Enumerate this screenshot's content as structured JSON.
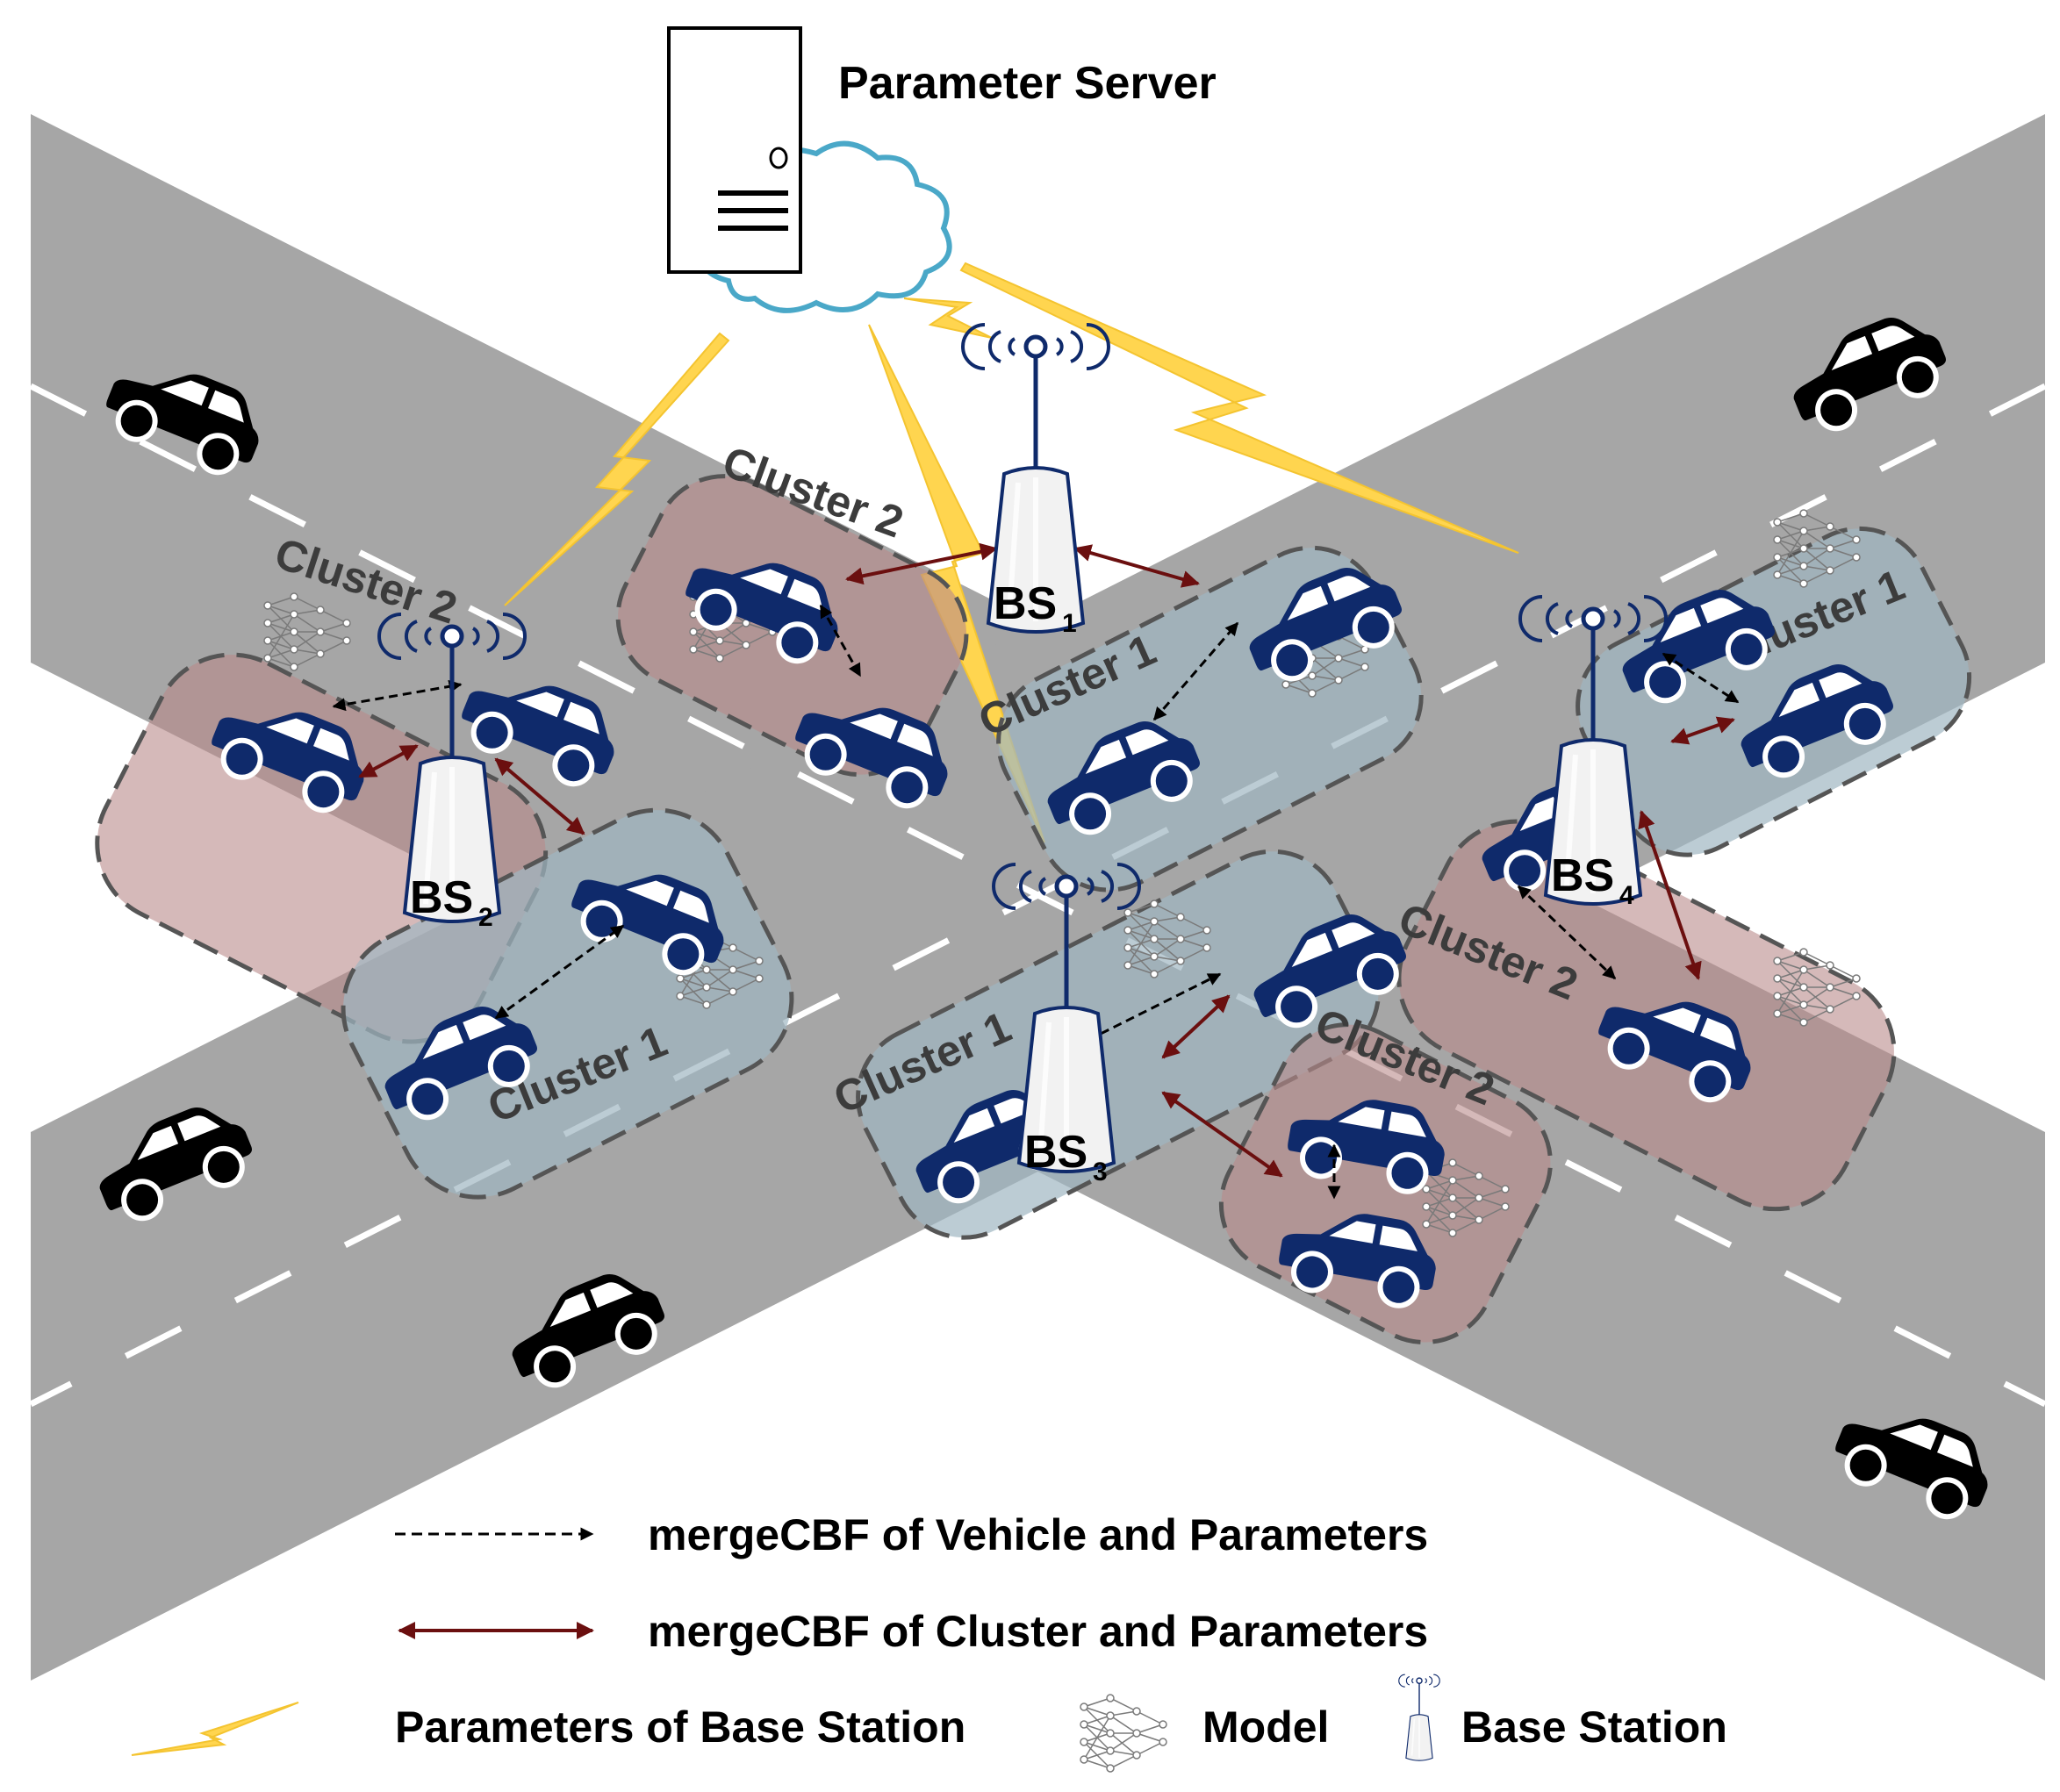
{
  "server": {
    "label": "Parameter Server"
  },
  "base_stations": [
    {
      "id": "bs1",
      "prefix": "BS",
      "sub": "1"
    },
    {
      "id": "bs2",
      "prefix": "BS",
      "sub": "2"
    },
    {
      "id": "bs3",
      "prefix": "BS",
      "sub": "3"
    },
    {
      "id": "bs4",
      "prefix": "BS",
      "sub": "4"
    }
  ],
  "clusters": {
    "c1": "Cluster 1",
    "c2": "Cluster 2"
  },
  "legend": {
    "vehicle_params": "mergeCBF of Vehicle and Parameters",
    "cluster_params": "mergeCBF of Cluster and Parameters",
    "bs_params": "Parameters of Base Station",
    "model": "Model",
    "base_station": "Base Station"
  },
  "colors": {
    "road": "#a6a6a6",
    "lane_mark": "#ffffff",
    "cluster_red": "#b98a8a",
    "cluster_blue": "#9fb6c2",
    "vehicle_blue": "#0f2a6b",
    "vehicle_black": "#000000",
    "arrow_red": "#6b0f0f",
    "lightning": "#ffd54f",
    "cloud": "#4aa8c8"
  }
}
